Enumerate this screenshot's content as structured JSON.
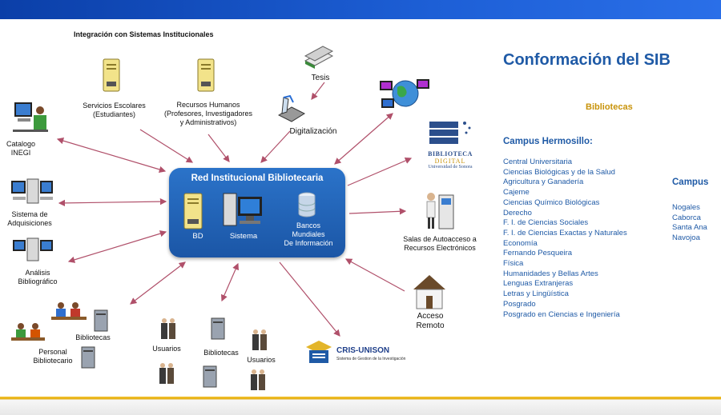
{
  "header_text": "Integración con Sistemas Institucionales",
  "title": "Conformación del SIB",
  "center": {
    "title": "Red Institucional Bibliotecaria",
    "bd": "BD",
    "sistema": "Sistema",
    "bancos": [
      "Bancos",
      "Mundiales",
      "De Información"
    ]
  },
  "nodes": {
    "servicios": [
      "Servicios Escolares",
      "(Estudiantes)"
    ],
    "recursos": [
      "Recursos Humanos",
      "(Profesores, Investigadores",
      "y Administrativos)"
    ],
    "tesis": "Tesis",
    "digitalizacion": "Digitalización",
    "catalogo": [
      "Catalogo",
      "INEGI"
    ],
    "adquisiciones": [
      "Sistema de",
      "Adquisiciones"
    ],
    "analisis": [
      "Análisis",
      "Bibliográfico"
    ],
    "bibliotecas_left": "Bibliotecas",
    "personal": [
      "Personal",
      "Bibliotecario"
    ],
    "usuarios_1": "Usuarios",
    "bibliotecas_mid": "Bibliotecas",
    "usuarios_2": "Usuarios",
    "cris_title": "CRIS-UNISON",
    "cris_sub": "Sistema de Gestion de la Investigación",
    "biblioteca_digital": [
      "BIBLIOTECA",
      "DIGITAL",
      "Universidad de Sonora"
    ],
    "salas": [
      "Salas de Autoacceso a",
      "Recursos Electrónicos"
    ],
    "acceso": [
      "Acceso",
      "Remoto"
    ]
  },
  "right": {
    "bibliotecas_heading": "Bibliotecas",
    "campus_hermosillo": "Campus Hermosillo:",
    "hermosillo_list": [
      "Central Universitaria",
      "Ciencias Biológicas y de la Salud",
      "Agricultura y Ganadería",
      "Cajeme",
      "Ciencias Químico Biológicas",
      "Derecho",
      "F. I. de Ciencias  Sociales",
      "F. I. de Ciencias  Exactas y Naturales",
      "Economía",
      "Fernando Pesqueira",
      "Física",
      "Humanidades y Bellas  Artes",
      "Lenguas Extranjeras",
      "Letras y Lingüística",
      "Posgrado",
      "Posgrado en Ciencias e Ingeniería"
    ],
    "campus_heading": "Campus",
    "campus_list": [
      "Nogales",
      "Caborca",
      "Santa Ana",
      "Navojoa"
    ]
  },
  "colors": {
    "accent_blue": "#1f5aa6",
    "gold": "#c8930a",
    "arrow": "#b0506a",
    "center_fill": "#1b56a6"
  }
}
